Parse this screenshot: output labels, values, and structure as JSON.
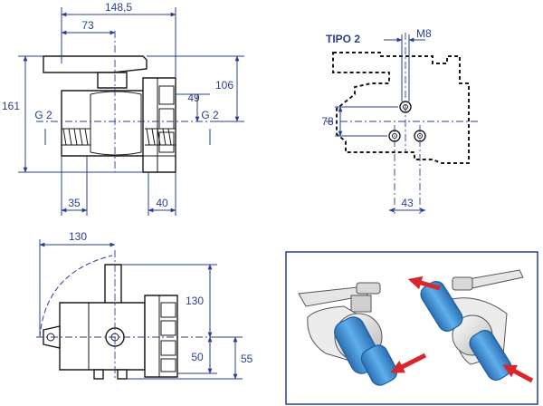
{
  "dims": {
    "total_length": "148,5",
    "center_to_handle": "73",
    "height_total": "161",
    "height_handle": "106",
    "height_49": "49",
    "thread_left": "G 2",
    "thread_right": "G 2",
    "left_offset": "35",
    "right_offset": "40",
    "tipo_label": "TIPO 2",
    "bolt": "M8",
    "flange_78": "78",
    "flange_43": "43",
    "top_handle_130": "130",
    "side_130": "130",
    "side_50": "50",
    "side_55": "55"
  },
  "colors": {
    "dimension": "#2a3f8f",
    "outline": "#1a1a1a",
    "panel_border": "#2a3f8f",
    "pipe": "#3b8fd6",
    "arrow": "#d8262b"
  }
}
